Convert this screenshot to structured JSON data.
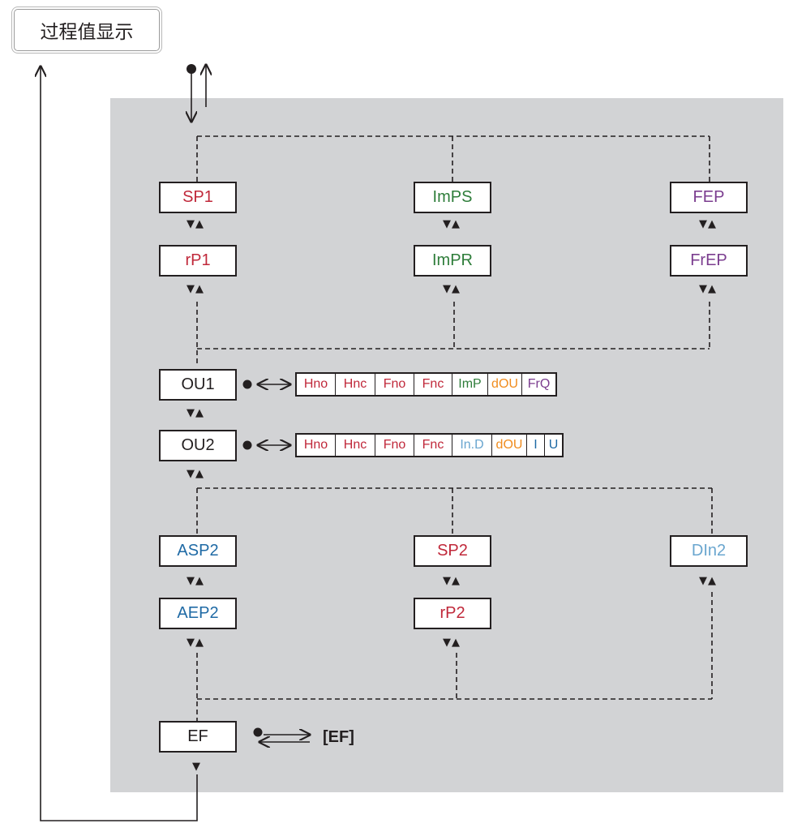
{
  "title": "过程值显示",
  "colors": {
    "red": "#c0283a",
    "green": "#2e7d3a",
    "purple": "#7b3d8f",
    "blue": "#1f6aa5",
    "lightblue": "#6aa6cf",
    "orange": "#f08c1e",
    "black": "#231f20",
    "panel": "#d2d3d5"
  },
  "nav_symbol": "▼▲",
  "down_symbol": "▼",
  "menu": {
    "sp1": "SP1",
    "rp1": "rP1",
    "imps": "ImPS",
    "impr": "ImPR",
    "fep": "FEP",
    "frep": "FrEP",
    "ou1": "OU1",
    "ou2": "OU2",
    "asp2": "ASP2",
    "aep2": "AEP2",
    "sp2": "SP2",
    "rp2": "rP2",
    "din2": "DIn2",
    "ef": "EF"
  },
  "ou1_options": [
    {
      "label": "Hno",
      "color": "red"
    },
    {
      "label": "Hnc",
      "color": "red"
    },
    {
      "label": "Fno",
      "color": "red"
    },
    {
      "label": "Fnc",
      "color": "red"
    },
    {
      "label": "ImP",
      "color": "green"
    },
    {
      "label": "dOU",
      "color": "orange"
    },
    {
      "label": "FrQ",
      "color": "purple"
    }
  ],
  "ou2_options": [
    {
      "label": "Hno",
      "color": "red"
    },
    {
      "label": "Hnc",
      "color": "red"
    },
    {
      "label": "Fno",
      "color": "red"
    },
    {
      "label": "Fnc",
      "color": "red"
    },
    {
      "label": "In.D",
      "color": "lightblue"
    },
    {
      "label": "dOU",
      "color": "orange"
    },
    {
      "label": "I",
      "color": "blue"
    },
    {
      "label": "U",
      "color": "blue"
    }
  ],
  "ef_target": "[EF]"
}
